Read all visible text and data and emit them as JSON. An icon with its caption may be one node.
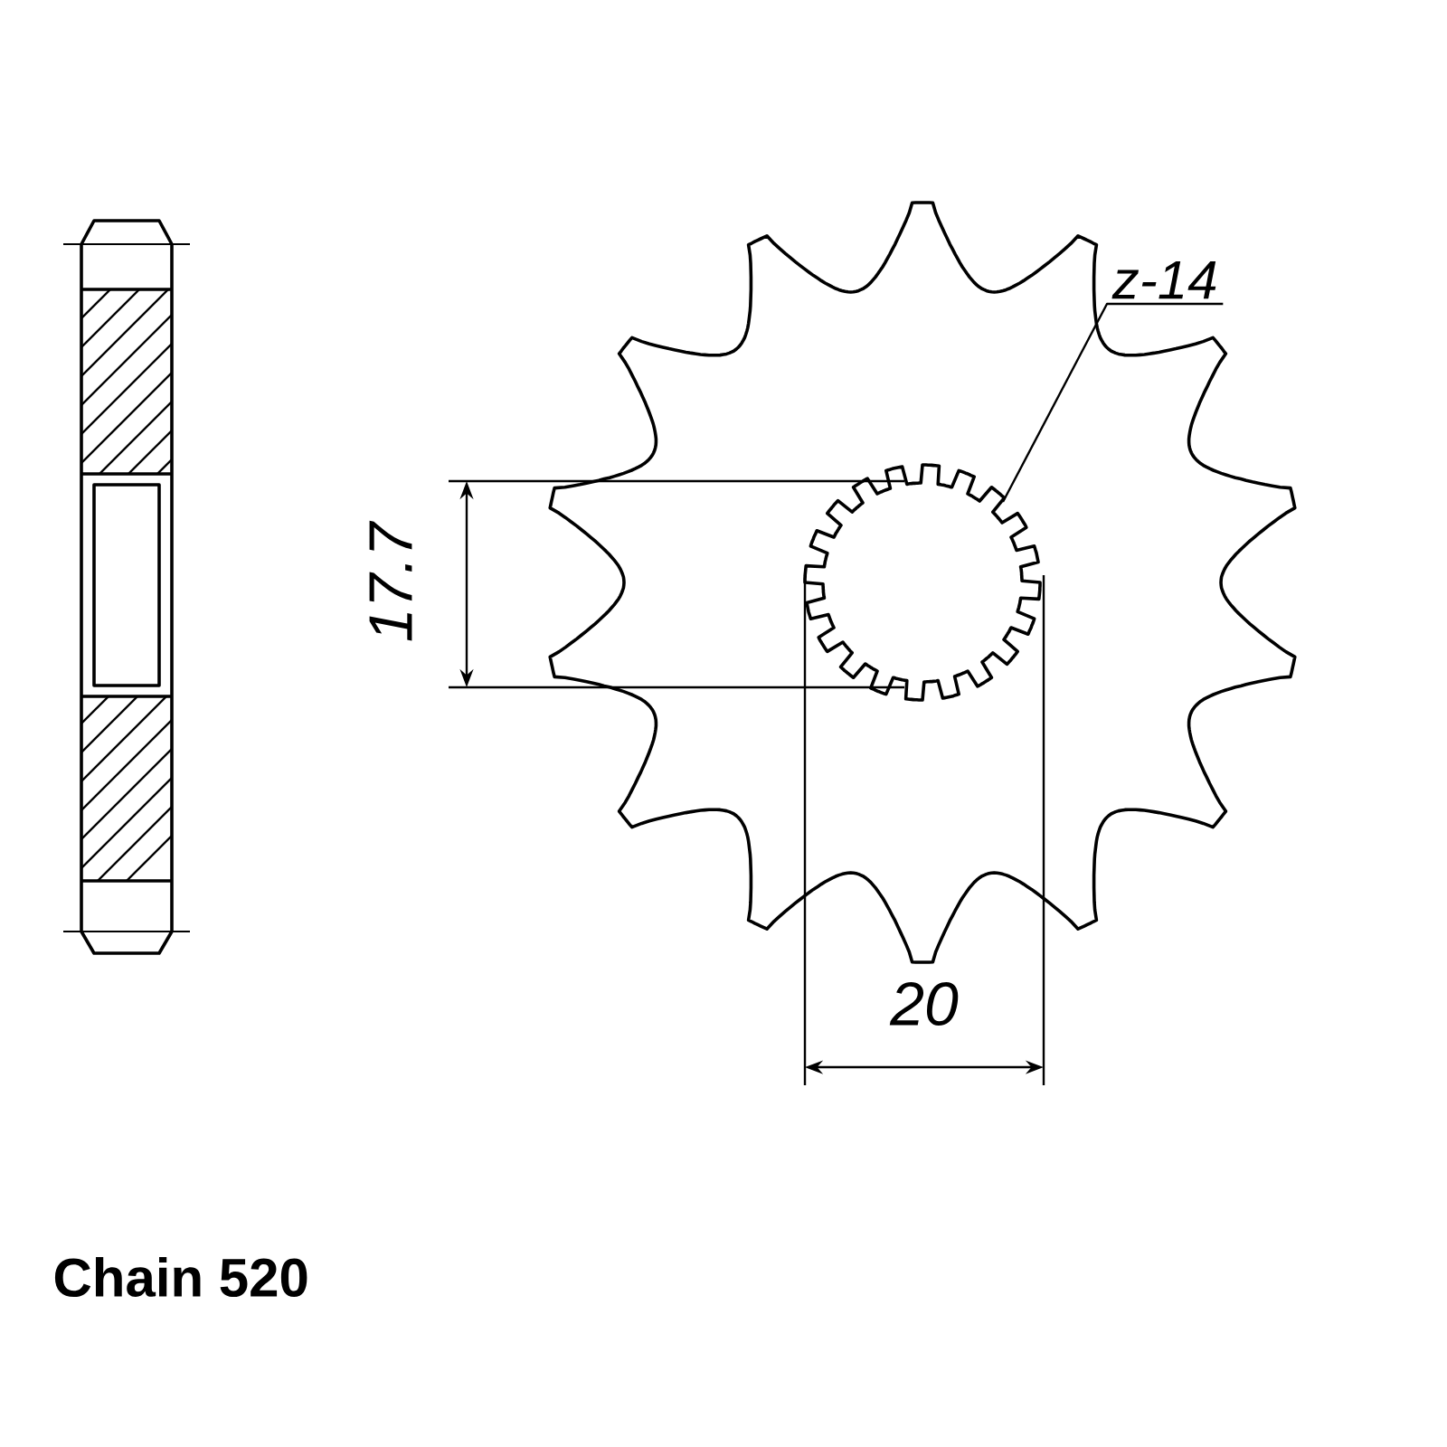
{
  "diagram": {
    "nodes": [
      {
        "text": [
          "z-14"
        ]
      },
      {
        "text": [],
        "shape": "circle"
      }
    ],
    "edges": [
      {
        "from": 0,
        "to": 1,
        "arrow": "none"
      }
    ],
    "labels": [
      "17.7",
      "20",
      "Chain 520"
    ]
  }
}
